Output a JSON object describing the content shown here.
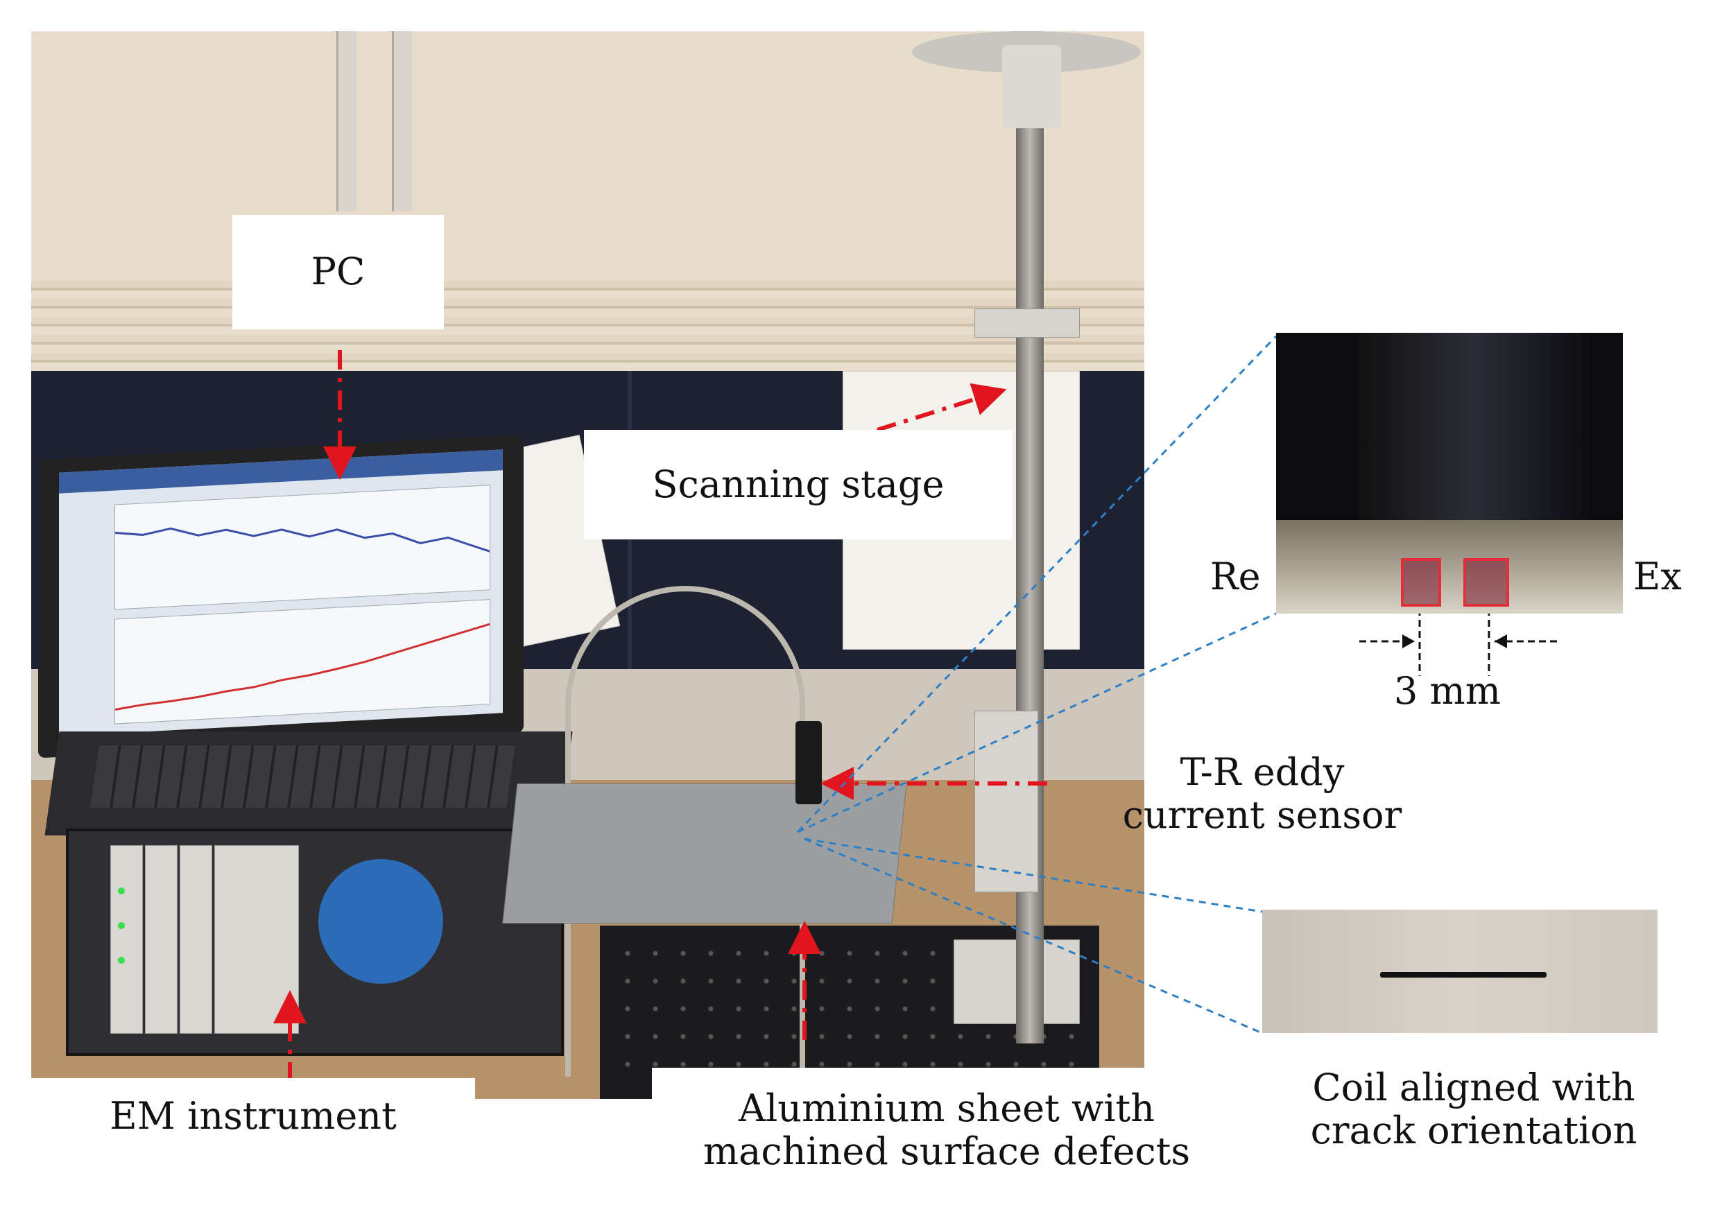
{
  "labels": {
    "pc": "PC",
    "scanning_stage": "Scanning stage",
    "em_instrument": "EM instrument",
    "aluminium_sheet_line1": "Aluminium sheet with",
    "aluminium_sheet_line2": "machined surface defects",
    "sensor_line1": "T-R eddy",
    "sensor_line2": "current sensor",
    "coil_line1": "Coil aligned with",
    "coil_line2": "crack orientation",
    "receiver": "Re",
    "exciter": "Ex",
    "spacing": "3 mm"
  },
  "colors": {
    "arrow_red": "#e0151e",
    "leader_blue": "#2f7fc4",
    "coil_outline_red": "#e0303a"
  }
}
